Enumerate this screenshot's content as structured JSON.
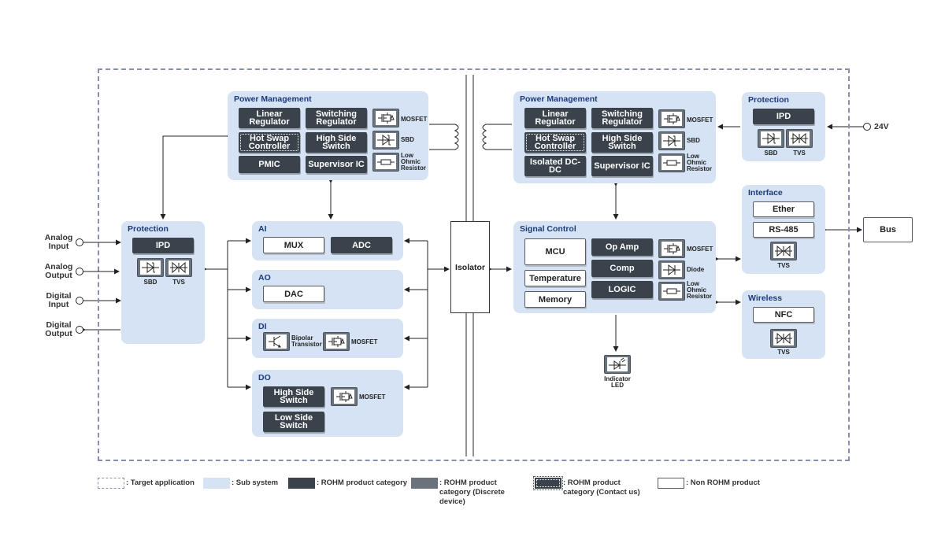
{
  "left": {
    "power_management": {
      "title": "Power Management",
      "linear_regulator": "Linear Regulator",
      "switching_regulator": "Switching Regulator",
      "hot_swap_controller": "Hot Swap Controller",
      "high_side_switch": "High Side Switch",
      "pmic": "PMIC",
      "supervisor_ic": "Supervisor IC",
      "mosfet": "MOSFET",
      "sbd": "SBD",
      "low_ohmic_resistor": "Low Ohmic Resistor"
    },
    "protection": {
      "title": "Protection",
      "ipd": "IPD",
      "sbd": "SBD",
      "tvs": "TVS"
    },
    "ai": {
      "title": "AI",
      "mux": "MUX",
      "adc": "ADC"
    },
    "ao": {
      "title": "AO",
      "dac": "DAC"
    },
    "di": {
      "title": "DI",
      "bipolar_transistor": "Bipolar Transistor",
      "mosfet": "MOSFET"
    },
    "do": {
      "title": "DO",
      "high_side_switch": "High Side Switch",
      "low_side_switch": "Low Side Switch",
      "mosfet": "MOSFET"
    },
    "io": {
      "analog_input": "Analog Input",
      "analog_output": "Analog Output",
      "digital_input": "Digital Input",
      "digital_output": "Digital Output"
    }
  },
  "isolator": "Isolator",
  "right": {
    "power_management": {
      "title": "Power Management",
      "linear_regulator": "Linear Regulator",
      "switching_regulator": "Switching Regulator",
      "hot_swap_controller": "Hot Swap Controller",
      "high_side_switch": "High Side Switch",
      "isolated_dcdc": "Isolated DC-DC",
      "supervisor_ic": "Supervisor IC",
      "mosfet": "MOSFET",
      "sbd": "SBD",
      "low_ohmic_resistor": "Low Ohmic Resistor"
    },
    "protection": {
      "title": "Protection",
      "ipd": "IPD",
      "sbd": "SBD",
      "tvs": "TVS"
    },
    "supply": "24V",
    "interface": {
      "title": "Interface",
      "ether": "Ether",
      "rs485": "RS-485",
      "tvs": "TVS"
    },
    "bus": "Bus",
    "signal_control": {
      "title": "Signal Control",
      "mcu": "MCU",
      "temperature": "Temperature",
      "memory": "Memory",
      "op_amp": "Op Amp",
      "comp": "Comp",
      "logic": "LOGIC",
      "mosfet": "MOSFET",
      "diode": "Diode",
      "low_ohmic_resistor": "Low Ohmic Resistor"
    },
    "wireless": {
      "title": "Wireless",
      "nfc": "NFC",
      "tvs": "TVS"
    },
    "indicator_led": "Indicator LED"
  },
  "legend": {
    "target_application": ": Target application",
    "sub_system": ": Sub system",
    "rohm_product_category": ": ROHM product category",
    "rohm_discrete": ": ROHM product category (Discrete device)",
    "rohm_contact": ": ROHM product category (Contact us)",
    "non_rohm": ": Non ROHM product"
  },
  "colors": {
    "frame": "#8a8fb0",
    "subsystem": "#d5e3f4",
    "rohm_product": "#3a424c",
    "discrete_device": "#6a727c",
    "title": "#1c3a7a"
  }
}
